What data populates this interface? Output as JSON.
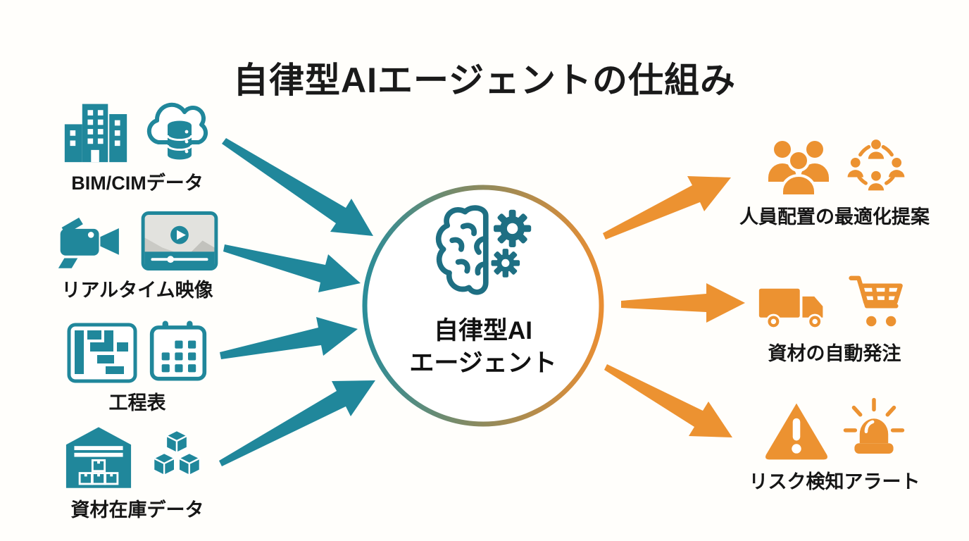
{
  "title": "自律型AIエージェントの仕組み",
  "center": {
    "icon": "brain-gears-icon",
    "label_line1": "自律型AI",
    "label_line2": "エージェント"
  },
  "inputs": [
    {
      "label": "BIM/CIMデータ",
      "icons": [
        "buildings-icon",
        "cloud-database-icon"
      ]
    },
    {
      "label": "リアルタイム映像",
      "icons": [
        "video-camera-icon",
        "video-player-icon"
      ]
    },
    {
      "label": "工程表",
      "icons": [
        "gantt-chart-icon",
        "calendar-icon"
      ]
    },
    {
      "label": "資材在庫データ",
      "icons": [
        "warehouse-icon",
        "stacked-boxes-icon"
      ]
    }
  ],
  "outputs": [
    {
      "label": "人員配置の最適化提案",
      "icons": [
        "people-group-icon",
        "people-network-icon"
      ]
    },
    {
      "label": "資材の自動発注",
      "icons": [
        "delivery-truck-icon",
        "shopping-cart-icon"
      ]
    },
    {
      "label": "リスク検知アラート",
      "icons": [
        "warning-triangle-icon",
        "siren-icon"
      ]
    }
  ],
  "colors": {
    "input_accent": "#20879B",
    "center_icon": "#1E6F83",
    "output_accent": "#EC9231",
    "ring_gradient_left": "#2B8D99",
    "ring_gradient_right": "#E98E33",
    "text": "#141414",
    "background": "#FFFFFF"
  }
}
